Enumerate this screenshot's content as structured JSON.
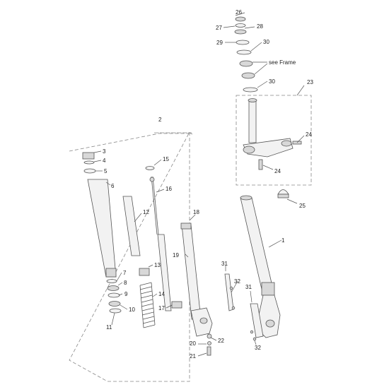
{
  "callouts": [
    {
      "id": "c26",
      "text": "26"
    },
    {
      "id": "c27",
      "text": "27"
    },
    {
      "id": "c28",
      "text": "28"
    },
    {
      "id": "c29",
      "text": "29"
    },
    {
      "id": "c30a",
      "text": "30"
    },
    {
      "id": "c30b",
      "text": "30"
    },
    {
      "id": "c23",
      "text": "23"
    },
    {
      "id": "c24a",
      "text": "24"
    },
    {
      "id": "c24b",
      "text": "24"
    },
    {
      "id": "c25",
      "text": "25"
    },
    {
      "id": "c2",
      "text": "2"
    },
    {
      "id": "c3",
      "text": "3"
    },
    {
      "id": "c4",
      "text": "4"
    },
    {
      "id": "c5",
      "text": "5"
    },
    {
      "id": "c6",
      "text": "6"
    },
    {
      "id": "c7",
      "text": "7"
    },
    {
      "id": "c8",
      "text": "8"
    },
    {
      "id": "c9",
      "text": "9"
    },
    {
      "id": "c10",
      "text": "10"
    },
    {
      "id": "c11",
      "text": "11"
    },
    {
      "id": "c12",
      "text": "12"
    },
    {
      "id": "c13",
      "text": "13"
    },
    {
      "id": "c14",
      "text": "14"
    },
    {
      "id": "c15",
      "text": "15"
    },
    {
      "id": "c16",
      "text": "16"
    },
    {
      "id": "c17",
      "text": "17"
    },
    {
      "id": "c18",
      "text": "18"
    },
    {
      "id": "c19",
      "text": "19"
    },
    {
      "id": "c20",
      "text": "20"
    },
    {
      "id": "c21",
      "text": "21"
    },
    {
      "id": "c22",
      "text": "22"
    },
    {
      "id": "c1",
      "text": "1"
    },
    {
      "id": "c31a",
      "text": "31"
    },
    {
      "id": "c32a",
      "text": "32"
    },
    {
      "id": "c31b",
      "text": "31"
    },
    {
      "id": "c32b",
      "text": "32"
    }
  ],
  "note": "see Frame"
}
